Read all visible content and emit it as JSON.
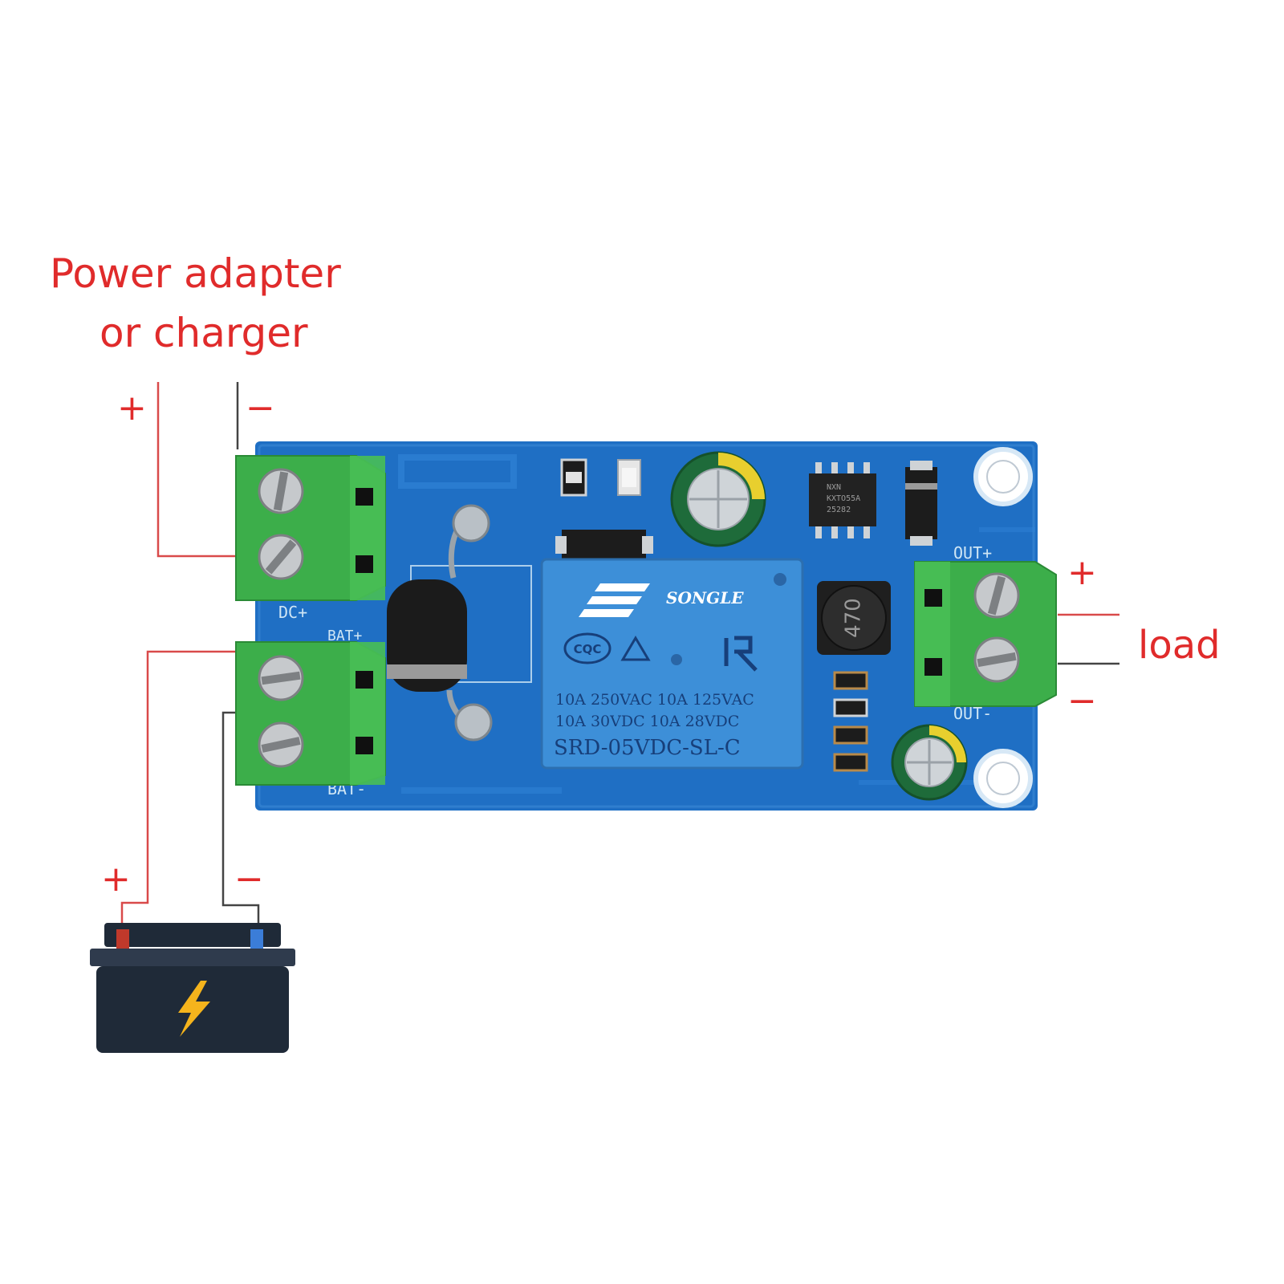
{
  "labels": {
    "adapter_line1": "Power adapter",
    "adapter_line2": "or charger",
    "adapter_plus": "+",
    "adapter_minus": "−",
    "battery_plus": "+",
    "battery_minus": "−",
    "load": "load",
    "load_plus": "+",
    "load_minus": "−"
  },
  "board": {
    "silk_dc_plus": "DC+",
    "silk_bat_plus": "BAT+",
    "silk_bat_minus": "BAT-",
    "silk_out_plus": "OUT+",
    "silk_out_minus": "OUT-",
    "relay_brand": "SONGLE",
    "relay_cert": "CQC",
    "relay_rating1": "10A 250VAC  10A 125VAC",
    "relay_rating2": "10A  30VDC  10A  28VDC",
    "relay_model": "SRD-05VDC-SL-C",
    "inductor_value": "470",
    "chip_line1": "NXN",
    "chip_line2": "KXTO55A",
    "chip_line3": "25282"
  },
  "colors": {
    "label_red": "#e02b2b",
    "wire_red": "#d94a4a",
    "wire_black": "#444444",
    "pcb_blue": "#1f6fc4",
    "terminal_green": "#3cae4a",
    "relay_blue": "#3d8fd8",
    "battery_dark": "#1f2a38",
    "bolt_yellow": "#f5b41c"
  },
  "icons": {
    "battery": "battery-icon",
    "bolt": "lightning-bolt-icon"
  }
}
